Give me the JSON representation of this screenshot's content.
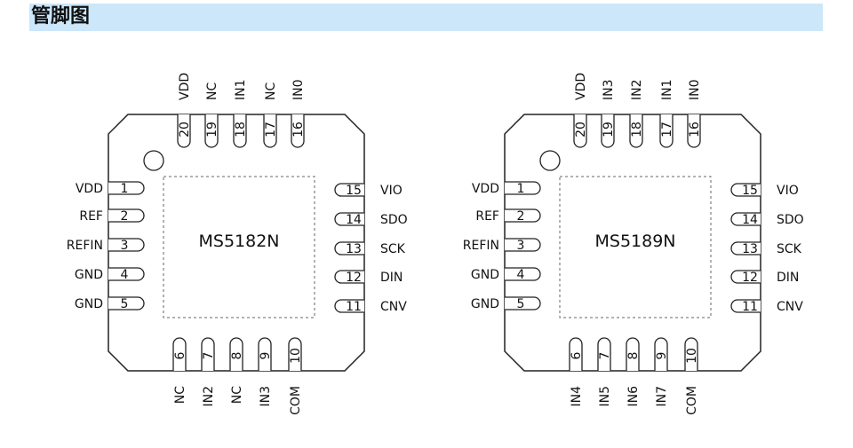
{
  "header": {
    "title": "管脚图"
  },
  "chips": [
    {
      "part": "MS5182N",
      "pins": {
        "left": [
          {
            "num": "1",
            "label": "VDD"
          },
          {
            "num": "2",
            "label": "REF"
          },
          {
            "num": "3",
            "label": "REFIN"
          },
          {
            "num": "4",
            "label": "GND"
          },
          {
            "num": "5",
            "label": "GND"
          }
        ],
        "bottom": [
          {
            "num": "6",
            "label": "NC"
          },
          {
            "num": "7",
            "label": "IN2"
          },
          {
            "num": "8",
            "label": "NC"
          },
          {
            "num": "9",
            "label": "IN3"
          },
          {
            "num": "10",
            "label": "COM"
          }
        ],
        "right": [
          {
            "num": "11",
            "label": "CNV"
          },
          {
            "num": "12",
            "label": "DIN"
          },
          {
            "num": "13",
            "label": "SCK"
          },
          {
            "num": "14",
            "label": "SDO"
          },
          {
            "num": "15",
            "label": "VIO"
          }
        ],
        "top": [
          {
            "num": "16",
            "label": "IN0"
          },
          {
            "num": "17",
            "label": "NC"
          },
          {
            "num": "18",
            "label": "IN1"
          },
          {
            "num": "19",
            "label": "NC"
          },
          {
            "num": "20",
            "label": "VDD"
          }
        ]
      }
    },
    {
      "part": "MS5189N",
      "pins": {
        "left": [
          {
            "num": "1",
            "label": "VDD"
          },
          {
            "num": "2",
            "label": "REF"
          },
          {
            "num": "3",
            "label": "REFIN"
          },
          {
            "num": "4",
            "label": "GND"
          },
          {
            "num": "5",
            "label": "GND"
          }
        ],
        "bottom": [
          {
            "num": "6",
            "label": "IN4"
          },
          {
            "num": "7",
            "label": "IN5"
          },
          {
            "num": "8",
            "label": "IN6"
          },
          {
            "num": "9",
            "label": "IN7"
          },
          {
            "num": "10",
            "label": "COM"
          }
        ],
        "right": [
          {
            "num": "11",
            "label": "CNV"
          },
          {
            "num": "12",
            "label": "DIN"
          },
          {
            "num": "13",
            "label": "SCK"
          },
          {
            "num": "14",
            "label": "SDO"
          },
          {
            "num": "15",
            "label": "VIO"
          }
        ],
        "top": [
          {
            "num": "16",
            "label": "IN0"
          },
          {
            "num": "17",
            "label": "IN1"
          },
          {
            "num": "18",
            "label": "IN2"
          },
          {
            "num": "19",
            "label": "IN3"
          },
          {
            "num": "20",
            "label": "VDD"
          }
        ]
      }
    }
  ]
}
